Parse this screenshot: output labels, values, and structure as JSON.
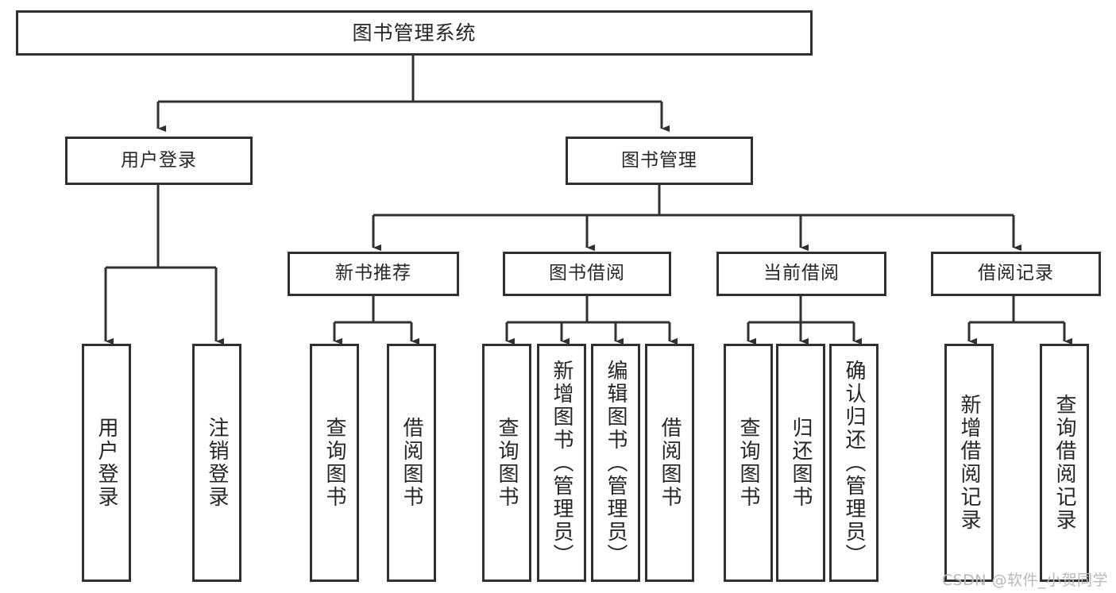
{
  "diagram": {
    "title": "图书管理系统",
    "type": "tree-hierarchy",
    "watermark": "CSDN @软件_小贺同学",
    "colors": {
      "border": "#303030",
      "background": "#ffffff",
      "text": "#262626",
      "edge": "#303030",
      "watermark": "#b9b9b9"
    },
    "nodes": {
      "root": {
        "label": "图书管理系统"
      },
      "level1": [
        {
          "id": "user-login",
          "label": "用户登录"
        },
        {
          "id": "book-manage",
          "label": "图书管理"
        }
      ],
      "level2": [
        {
          "id": "new-book-rec",
          "label": "新书推荐"
        },
        {
          "id": "book-borrow",
          "label": "图书借阅"
        },
        {
          "id": "current-borrow",
          "label": "当前借阅"
        },
        {
          "id": "borrow-record",
          "label": "借阅记录"
        }
      ],
      "leaves": [
        {
          "id": "leaf-user-login",
          "label": "用户登录",
          "parent": "user-login"
        },
        {
          "id": "leaf-logout",
          "label": "注销登录",
          "parent": "user-login"
        },
        {
          "id": "leaf-query-book-1",
          "label": "查询图书",
          "parent": "new-book-rec"
        },
        {
          "id": "leaf-borrow-book-1",
          "label": "借阅图书",
          "parent": "new-book-rec"
        },
        {
          "id": "leaf-query-book-2",
          "label": "查询图书",
          "parent": "book-borrow"
        },
        {
          "id": "leaf-add-book",
          "label": "新增图书（管理员）",
          "parent": "book-borrow"
        },
        {
          "id": "leaf-edit-book",
          "label": "编辑图书（管理员）",
          "parent": "book-borrow"
        },
        {
          "id": "leaf-borrow-book-2",
          "label": "借阅图书",
          "parent": "book-borrow"
        },
        {
          "id": "leaf-query-book-3",
          "label": "查询图书",
          "parent": "current-borrow"
        },
        {
          "id": "leaf-return-book",
          "label": "归还图书",
          "parent": "current-borrow"
        },
        {
          "id": "leaf-confirm-return",
          "label": "确认归还（管理员）",
          "parent": "current-borrow"
        },
        {
          "id": "leaf-add-record",
          "label": "新增借阅记录",
          "parent": "borrow-record"
        },
        {
          "id": "leaf-query-record",
          "label": "查询借阅记录",
          "parent": "borrow-record"
        }
      ]
    }
  }
}
